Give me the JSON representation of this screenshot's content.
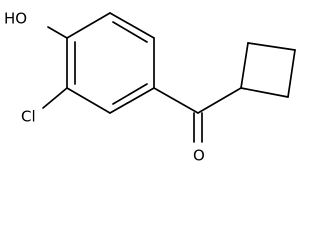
{
  "molecule": {
    "atoms": {
      "hydroxyl": "HO",
      "chlorine": "Cl",
      "carbonyl_oxygen": "O"
    }
  }
}
